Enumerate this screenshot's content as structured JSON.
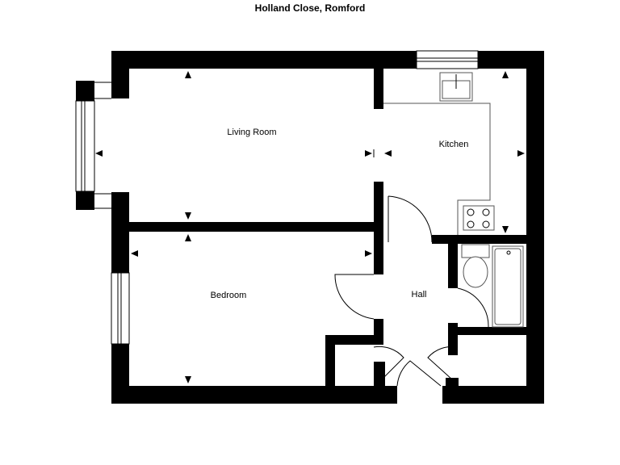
{
  "title": "Holland Close, Romford",
  "rooms": {
    "living_room": "Living Room",
    "kitchen": "Kitchen",
    "bedroom": "Bedroom",
    "hall": "Hall"
  },
  "colors": {
    "wall": "#000000",
    "background": "#ffffff"
  }
}
